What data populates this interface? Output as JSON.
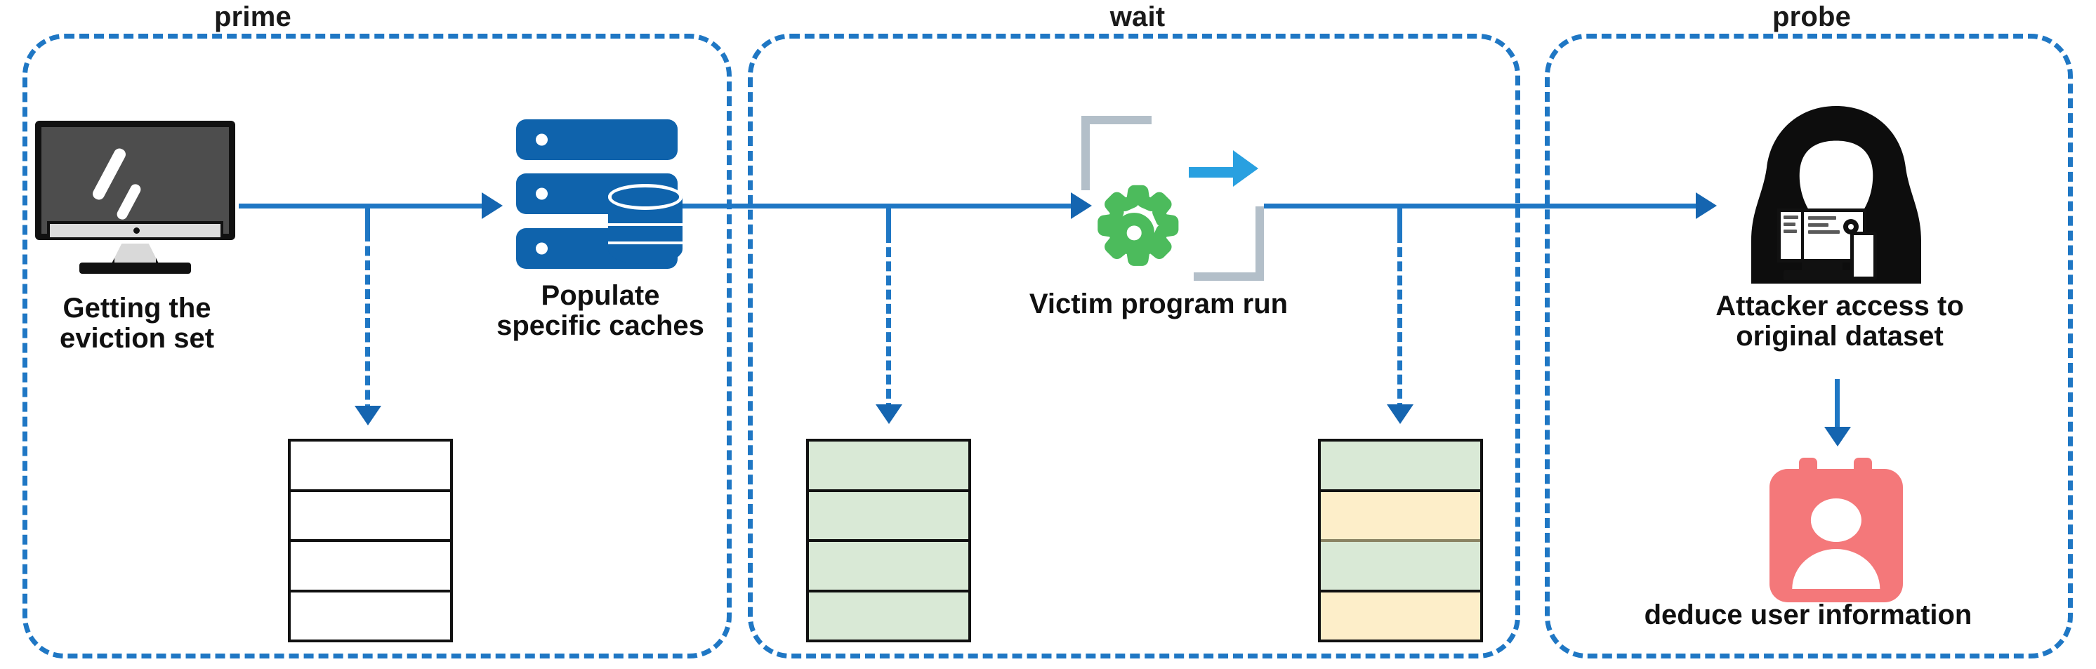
{
  "diagram": {
    "title": "Prime + Probe cache side-channel attack phases",
    "colors": {
      "phase_border": "#1f77c4",
      "arrow": "#1f77c4",
      "arrow_head": "#1565b0",
      "server_blue": "#0f63ac",
      "gear_green": "#4cbb5c",
      "proc_arrow_blue": "#29a0e0",
      "bracket_gray": "#b3bfc9",
      "badge_red": "#f4787a",
      "cell_green": "#d9e9d6",
      "cell_yellow": "#fdeec9",
      "cell_empty": "#ffffff",
      "monitor_screen": "#4d4d4d",
      "text": "#101010"
    },
    "phases": [
      {
        "id": "prime",
        "label": "prime"
      },
      {
        "id": "wait",
        "label": "wait"
      },
      {
        "id": "probe",
        "label": "probe"
      }
    ],
    "nodes": [
      {
        "id": "eviction-set",
        "icon": "monitor-icon",
        "caption": "Getting the\neviction set"
      },
      {
        "id": "populate-caches",
        "icon": "server-database-icon",
        "caption": "Populate\nspecific caches"
      },
      {
        "id": "victim-program",
        "icon": "gear-process-icon",
        "caption": "Victim program run"
      },
      {
        "id": "attacker-access",
        "icon": "hacker-icon",
        "caption": "Attacker access to\noriginal dataset"
      },
      {
        "id": "deduce-info",
        "icon": "user-badge-icon",
        "caption": "deduce user information"
      }
    ],
    "cache_tables": [
      {
        "id": "prime-cache-table",
        "cells": [
          "empty",
          "empty",
          "empty",
          "empty"
        ]
      },
      {
        "id": "wait-cache-table",
        "cells": [
          "green",
          "green",
          "green",
          "green"
        ]
      },
      {
        "id": "probe-cache-table",
        "cells": [
          "green",
          "yellow",
          "green",
          "yellow"
        ]
      }
    ]
  }
}
